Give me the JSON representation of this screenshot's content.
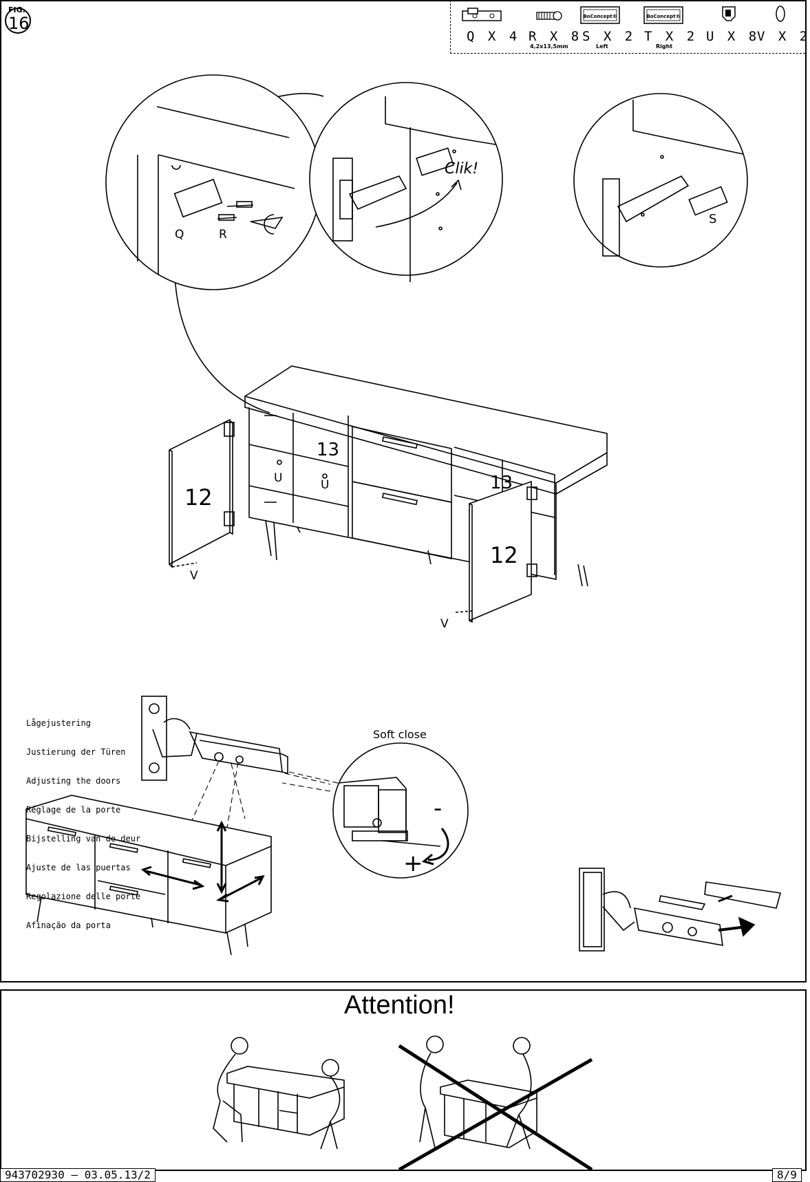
{
  "figure": {
    "label": "FIG.",
    "number": "16"
  },
  "parts": [
    {
      "id": "part-q",
      "code": "Q",
      "qty": "X 4",
      "sub": ""
    },
    {
      "id": "part-r",
      "code": "R",
      "qty": "X 8",
      "sub": "4,2x13,5mm"
    },
    {
      "id": "part-s",
      "code": "S",
      "qty": "X 2",
      "sub": "Left"
    },
    {
      "id": "part-t",
      "code": "T",
      "qty": "X 2",
      "sub": "Right"
    },
    {
      "id": "part-u",
      "code": "U",
      "qty": "X 8",
      "sub": ""
    },
    {
      "id": "part-v",
      "code": "V",
      "qty": "X 2",
      "sub": ""
    }
  ],
  "brand_label": "BoConcept®",
  "detail_labels": {
    "q": "Q",
    "r": "R",
    "clik": "Clik!",
    "s": "S"
  },
  "cabinet_labels": {
    "door_left": "12",
    "door_right": "12",
    "shelf_left": "13",
    "shelf_right": "13",
    "u1": "U",
    "u2": "U",
    "v1": "V",
    "v2": "V"
  },
  "adjusting_doors": [
    "Lågejustering",
    "Justierung der Türen",
    "Adjusting the doors",
    "Réglage de la porte",
    "Bijstelling van de deur",
    "Ajuste de las puertas",
    "Regolazione delle porte",
    "Afinação da porta"
  ],
  "soft_close": {
    "title": "Soft close",
    "minus": "-",
    "plus": "+"
  },
  "attention": {
    "title": "Attention!"
  },
  "footer": {
    "doc_ref": "943702930 – 03.05.13/2",
    "page": "8/9"
  }
}
